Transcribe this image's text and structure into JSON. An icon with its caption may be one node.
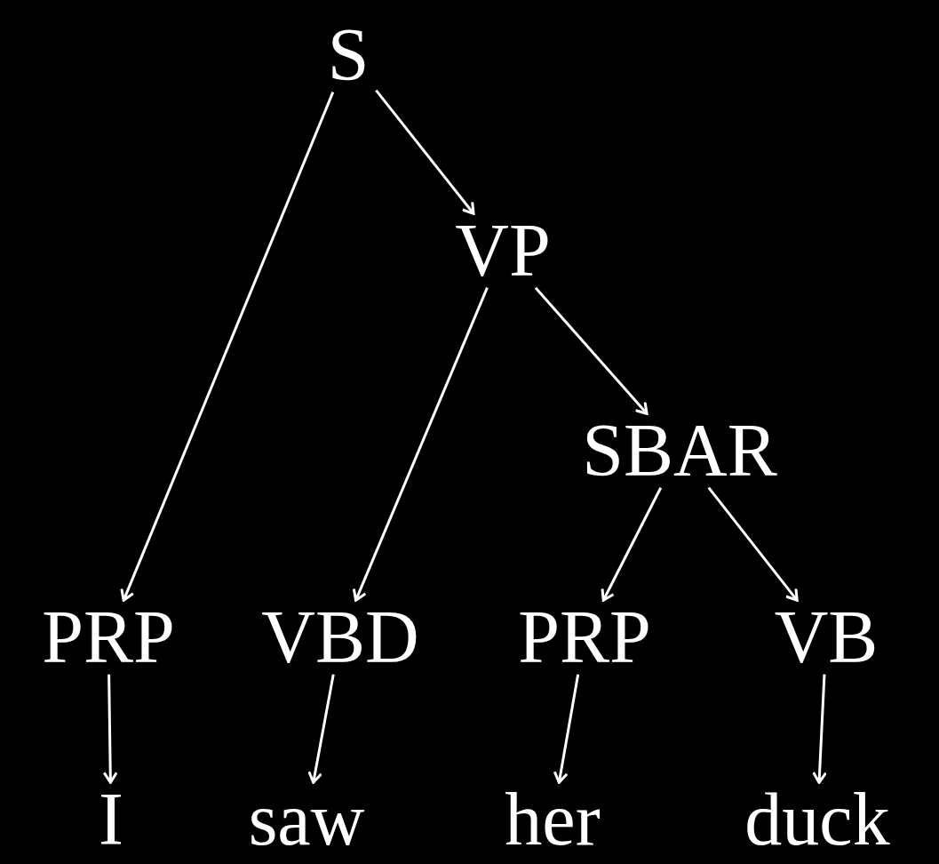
{
  "diagram": {
    "nodes": [
      {
        "text": [
          "S"
        ]
      },
      {
        "text": [
          "VP"
        ]
      },
      {
        "text": [
          "SBAR"
        ]
      },
      {
        "text": [
          "PRP"
        ]
      },
      {
        "text": [
          "VBD"
        ]
      },
      {
        "text": [
          "PRP"
        ]
      },
      {
        "text": [
          "VB"
        ]
      },
      {
        "text": [
          "I"
        ]
      },
      {
        "text": [
          "saw"
        ]
      },
      {
        "text": [
          "her"
        ]
      },
      {
        "text": [
          "duck"
        ]
      }
    ],
    "edges": [
      {
        "from": 0,
        "to": 3,
        "arrow": "to"
      },
      {
        "from": 0,
        "to": 1,
        "arrow": "to"
      },
      {
        "from": 1,
        "to": 4,
        "arrow": "to"
      },
      {
        "from": 1,
        "to": 2,
        "arrow": "to"
      },
      {
        "from": 2,
        "to": 5,
        "arrow": "to"
      },
      {
        "from": 2,
        "to": 6,
        "arrow": "to"
      },
      {
        "from": 3,
        "to": 7,
        "arrow": "to"
      },
      {
        "from": 4,
        "to": 8,
        "arrow": "to"
      },
      {
        "from": 5,
        "to": 9,
        "arrow": "to"
      },
      {
        "from": 6,
        "to": 10,
        "arrow": "to"
      }
    ]
  }
}
